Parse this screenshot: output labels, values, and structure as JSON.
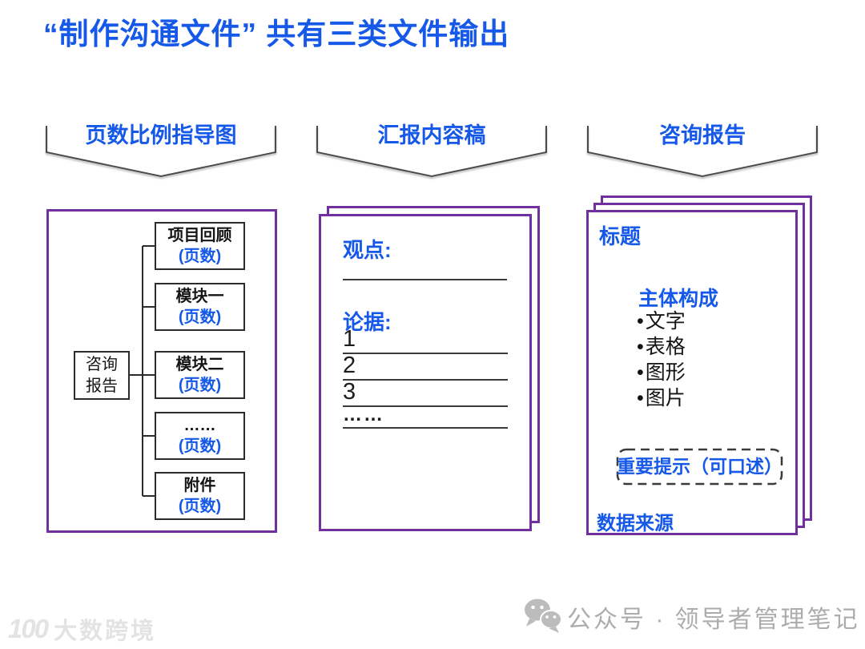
{
  "title": "“制作沟通文件” 共有三类文件输出",
  "colors": {
    "accent_blue": "#1659e8",
    "panel_purple": "#7030a0",
    "line_dark": "#3a3a3a",
    "footer_gray": "#acacac",
    "watermark_gray": "#e3e3e3"
  },
  "banners": [
    "页数比例指导图",
    "汇报内容稿",
    "咨询报告"
  ],
  "tree": {
    "root_line1": "咨询",
    "root_line2": "报告",
    "children": [
      {
        "label": "项目回顾",
        "pages": "(页数)"
      },
      {
        "label": "模块一",
        "pages": "(页数)"
      },
      {
        "label": "模块二",
        "pages": "(页数)"
      },
      {
        "label": "……",
        "pages": "(页数)"
      },
      {
        "label": "附件",
        "pages": "(页数)"
      }
    ]
  },
  "report_draft": {
    "viewpoint_label": "观点:",
    "evidence_label": "论据:",
    "items": [
      "1",
      "2",
      "3",
      "……"
    ]
  },
  "consulting_report": {
    "title_label": "标题",
    "body_label": "主体构成",
    "bullets": [
      "文字",
      "表格",
      "图形",
      "图片"
    ],
    "note": "重要提示（可口述）",
    "source_label": "数据来源"
  },
  "footer": {
    "watermark_logo": "100",
    "watermark_name": "大数跨境",
    "account_text": "公众号 · 领导者管理笔记"
  }
}
